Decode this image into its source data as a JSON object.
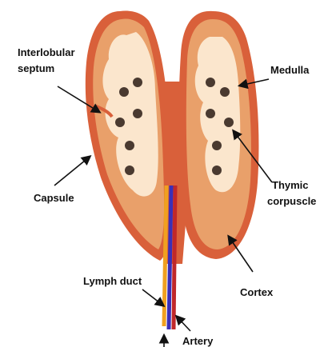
{
  "labels": {
    "interlobular_line1": "Interlobular",
    "interlobular_line2": "septum",
    "medulla": "Medulla",
    "capsule": "Capsule",
    "thymic_line1": "Thymic",
    "thymic_line2": "corpuscle",
    "lymph_duct": "Lymph duct",
    "cortex": "Cortex",
    "artery": "Artery"
  },
  "colors": {
    "capsule": "#d9603a",
    "cortex": "#e9a06a",
    "medulla": "#fbe6cd",
    "corpuscle": "#4a3a30",
    "lymph_duct": "#f0a020",
    "artery": "#c0282a",
    "vein": "#3a2fb8",
    "text": "#111111"
  }
}
